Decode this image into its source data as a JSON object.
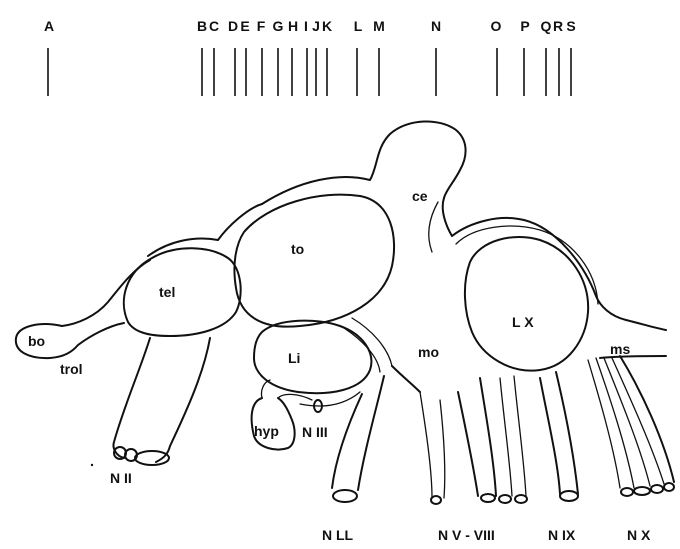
{
  "section_markers": [
    {
      "letter": "A"
    },
    {
      "letter": "B"
    },
    {
      "letter": "C"
    },
    {
      "letter": "D"
    },
    {
      "letter": "E"
    },
    {
      "letter": "F"
    },
    {
      "letter": "G"
    },
    {
      "letter": "H"
    },
    {
      "letter": "I"
    },
    {
      "letter": "J"
    },
    {
      "letter": "K"
    },
    {
      "letter": "L"
    },
    {
      "letter": "M"
    },
    {
      "letter": "N"
    },
    {
      "letter": "O"
    },
    {
      "letter": "P"
    },
    {
      "letter": "Q"
    },
    {
      "letter": "R"
    },
    {
      "letter": "S"
    }
  ],
  "structure_labels": {
    "ce": "ce",
    "to": "to",
    "tel": "tel",
    "lx": "L X",
    "bo": "bo",
    "trol": "trol",
    "mo": "mo",
    "ms": "ms",
    "li": "Li",
    "hyp": "hyp",
    "n3": "N III",
    "n2": "N II",
    "nll": "N LL",
    "n5_8": "N V - VIII",
    "n9": "N IX",
    "n10": "N X"
  },
  "colors": {
    "ink": "#111111",
    "background": "#ffffff"
  }
}
